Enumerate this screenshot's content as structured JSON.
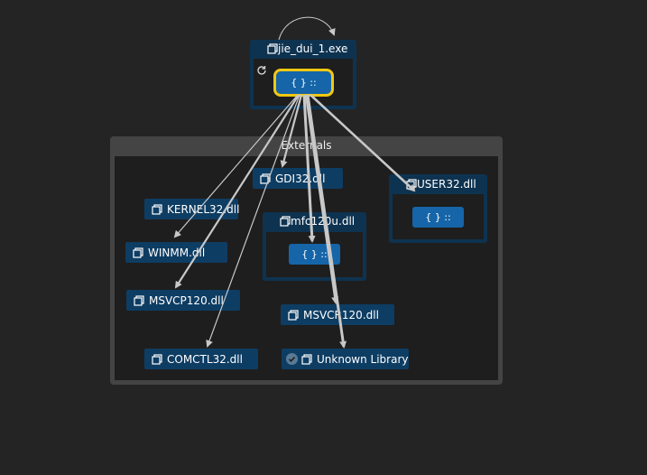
{
  "diagram": {
    "group": {
      "title": "Externals"
    },
    "root": {
      "title": "jie_dui_1.exe",
      "namespace_label": "{ } ::"
    },
    "nodes": {
      "gdi32": "GDI32.dll",
      "kernel32": "KERNEL32.dll",
      "winmm": "WINMM.dll",
      "msvcp120": "MSVCP120.dll",
      "comctl32": "COMCTL32.dll",
      "msvcr120": "MSVCR120.dll",
      "unknown": "Unknown Library"
    },
    "containers": {
      "mfc120u": {
        "title": "mfc120u.dll",
        "namespace_label": "{ } ::"
      },
      "user32": {
        "title": "USER32.dll",
        "namespace_label": "{ } ::"
      }
    }
  },
  "colors": {
    "background": "#242424",
    "node_fill": "#0e3d63",
    "namespace_fill": "#1565a8",
    "edge": "#c8c8c8",
    "selection": "#f2c811",
    "group_frame": "#444444"
  }
}
